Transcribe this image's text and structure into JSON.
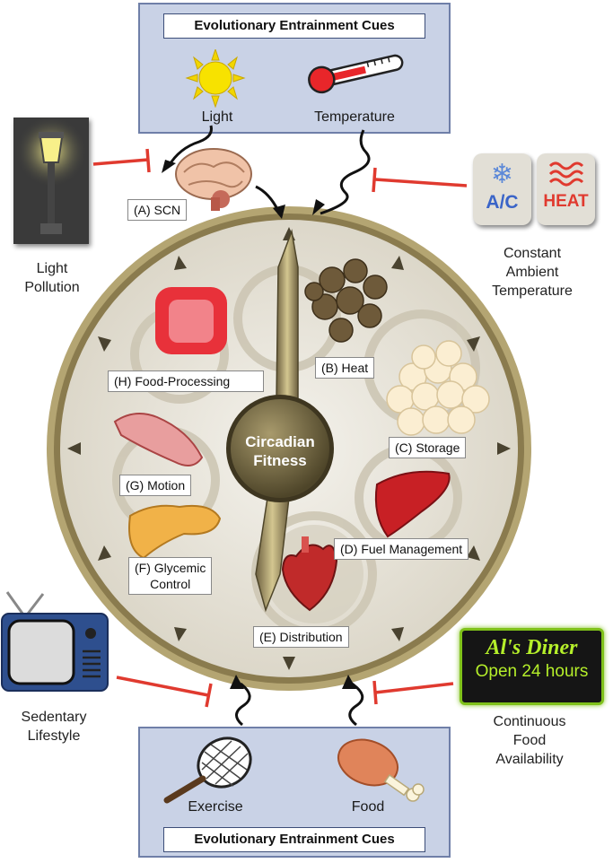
{
  "top_cues": {
    "title": "Evolutionary Entrainment Cues",
    "light": "Light",
    "temperature": "Temperature"
  },
  "bottom_cues": {
    "title": "Evolutionary Entrainment Cues",
    "exercise": "Exercise",
    "food": "Food"
  },
  "disruptors": {
    "light_pollution": "Light\nPollution",
    "constant_temp": "Constant\nAmbient\nTemperature",
    "ac_badge": "A/C",
    "heat_badge": "HEAT",
    "sedentary": "Sedentary\nLifestyle",
    "continuous_food": "Continuous\nFood\nAvailability",
    "diner_name": "Al's Diner",
    "diner_hours": "Open 24 hours"
  },
  "center": {
    "line1": "Circadian",
    "line2": "Fitness"
  },
  "labels": {
    "scn": "(A) SCN",
    "heat": "(B) Heat",
    "storage": "(C) Storage",
    "fuel": "(D) Fuel Management",
    "distribution": "(E) Distribution",
    "glycemic_1": "(F) Glycemic",
    "glycemic_2": "Control",
    "motion": "(G) Motion",
    "food_processing": "(H) Food-Processing"
  },
  "colors": {
    "cue_box": "#c9d2e6",
    "inhibit_red": "#e03a2f",
    "clock_rim": "#a08f5c",
    "clock_face": "#e8e4da"
  }
}
